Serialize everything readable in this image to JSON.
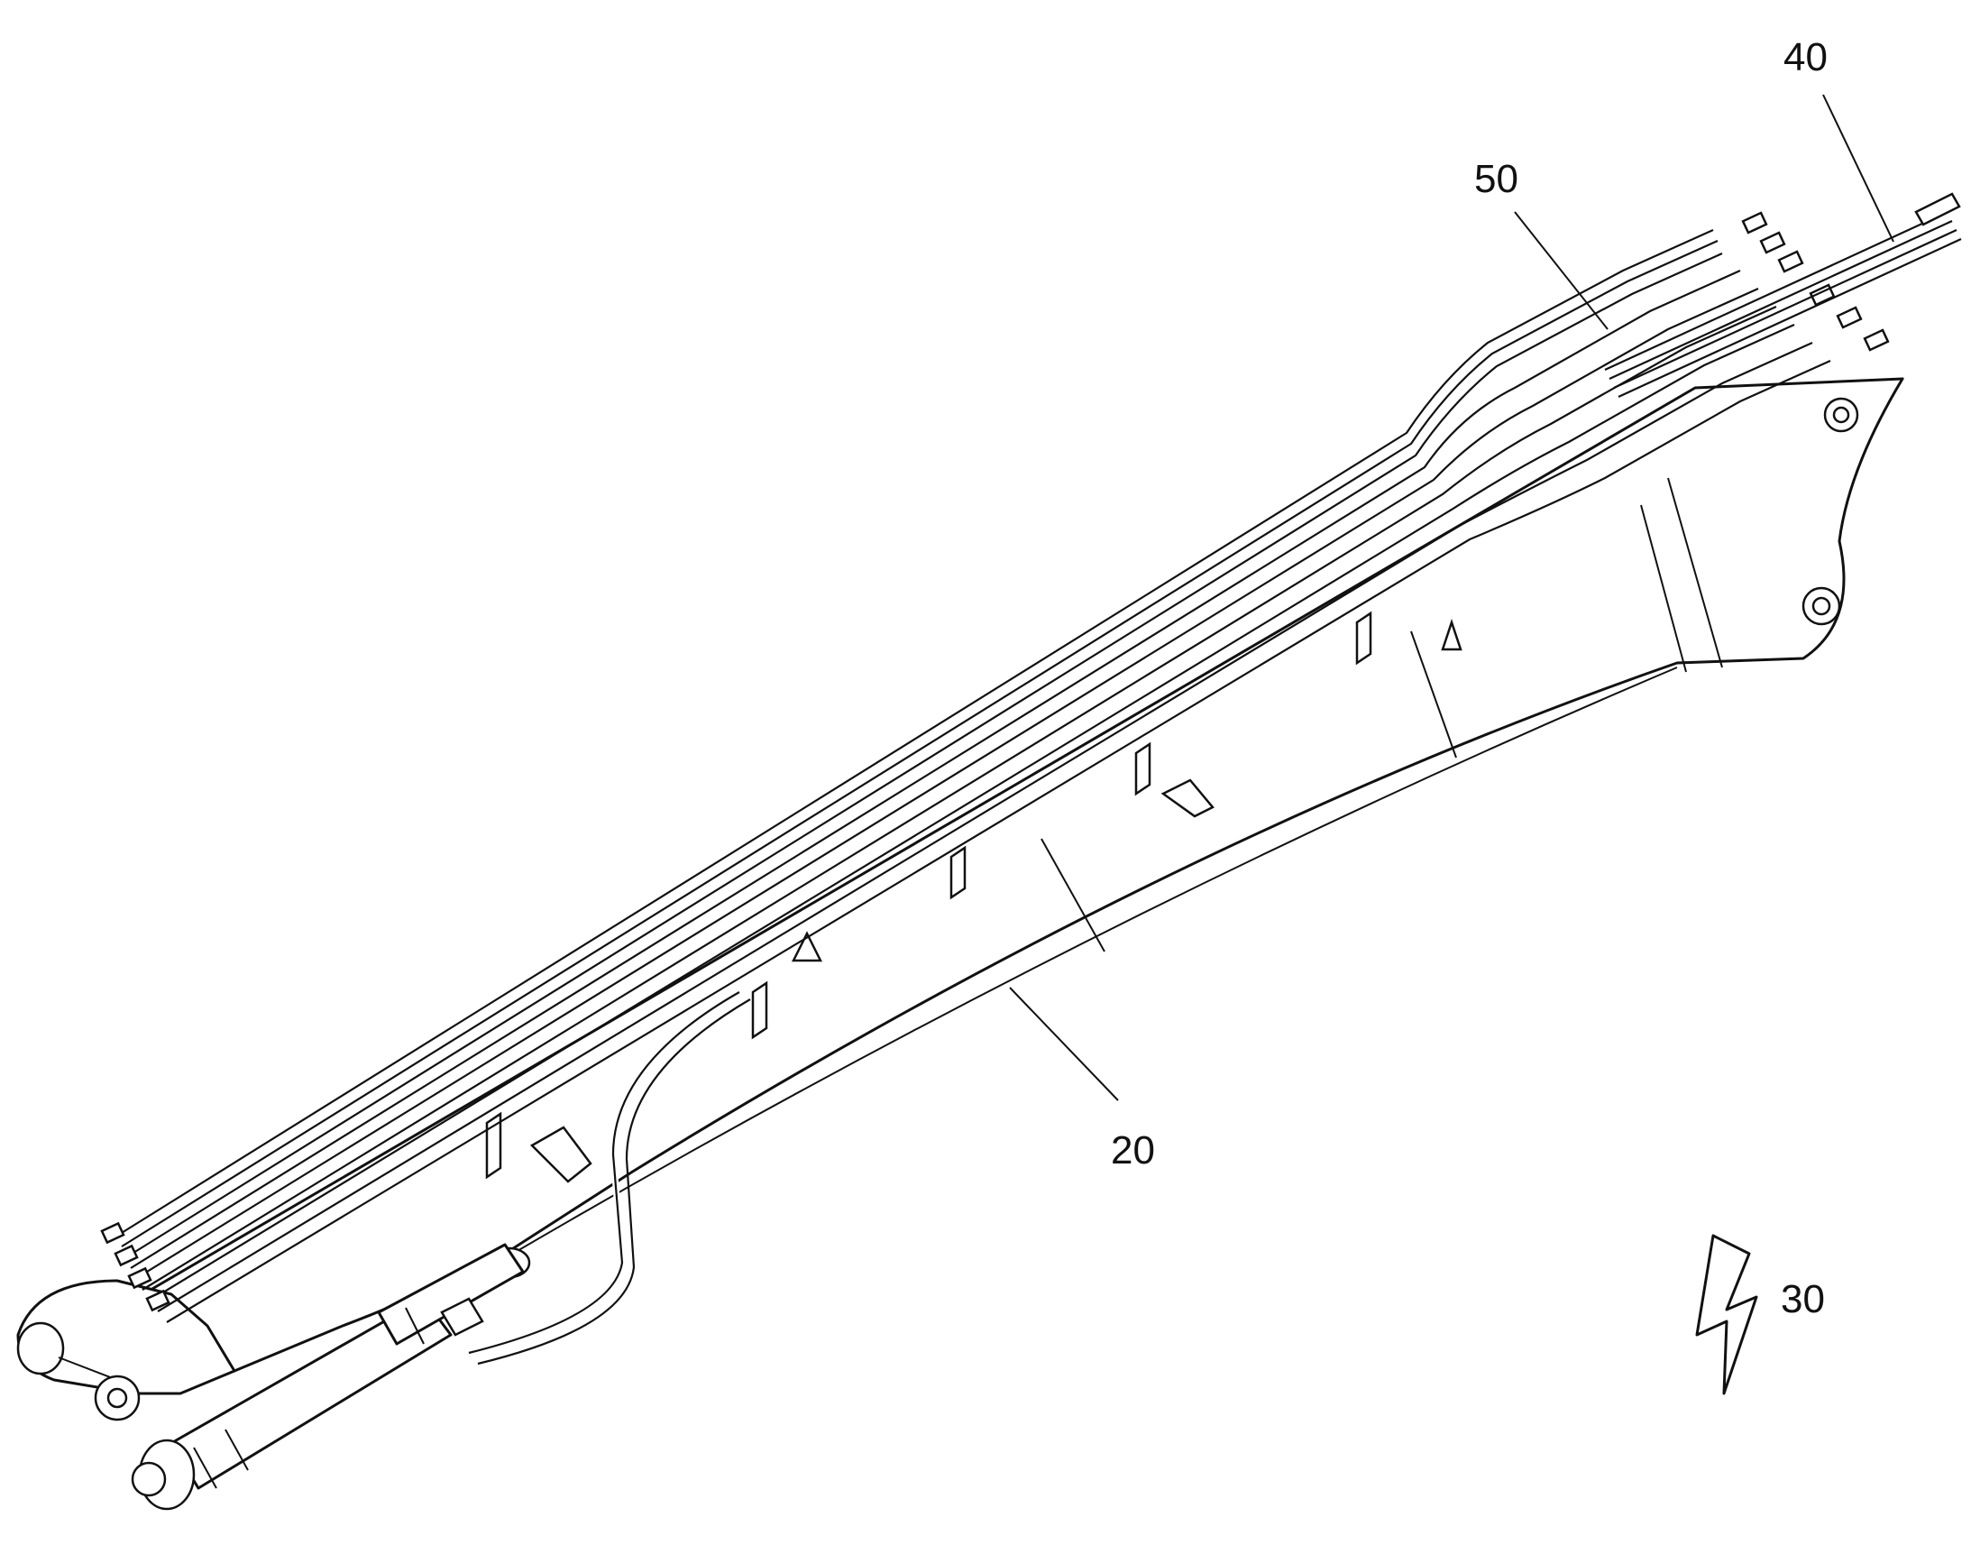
{
  "figure": {
    "reference_labels": {
      "boom": "20",
      "symbol": "30",
      "upper_lines": "40",
      "hose_bundle": "50"
    },
    "line_color": "#111111",
    "background_color": "#ffffff"
  }
}
